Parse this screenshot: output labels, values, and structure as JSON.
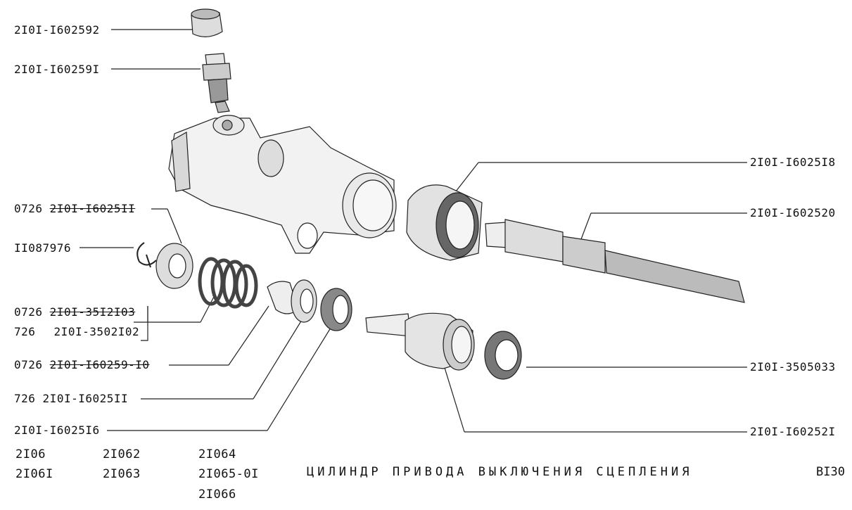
{
  "title": "ЦИЛИНДР ПРИВОДА ВЫКЛЮЧЕНИЯ СЦЕПЛЕНИЯ",
  "sheet_number": "BI30",
  "models": {
    "col1": [
      "2I06",
      "2I06I"
    ],
    "col2": [
      "2I062",
      "2I063"
    ],
    "col3": [
      "2I064",
      "2I065-0I",
      "2I066"
    ]
  },
  "labels_left": {
    "cap": "2I0I-I602592",
    "bleeder": "2I0I-I60259I",
    "washer_prefix": "0726",
    "washer_code": "2I0I-I6025II",
    "clip": "II087976",
    "spring_a_prefix": "0726",
    "spring_a_code": "2I0I-35I2I03",
    "spring_b_prefix": "726",
    "spring_b_code": "2I0I-3502I02",
    "spacer_prefix": "0726",
    "spacer_code": "2I0I-I60259-I0",
    "ring_prefix": "726",
    "ring_code": "2I0I-I6025II",
    "seal": "2I0I-I6025I6"
  },
  "labels_right": {
    "boot": "2I0I-I6025I8",
    "pushrod": "2I0I-I602520",
    "cup": "2I0I-3505033",
    "piston": "2I0I-I60252I"
  }
}
